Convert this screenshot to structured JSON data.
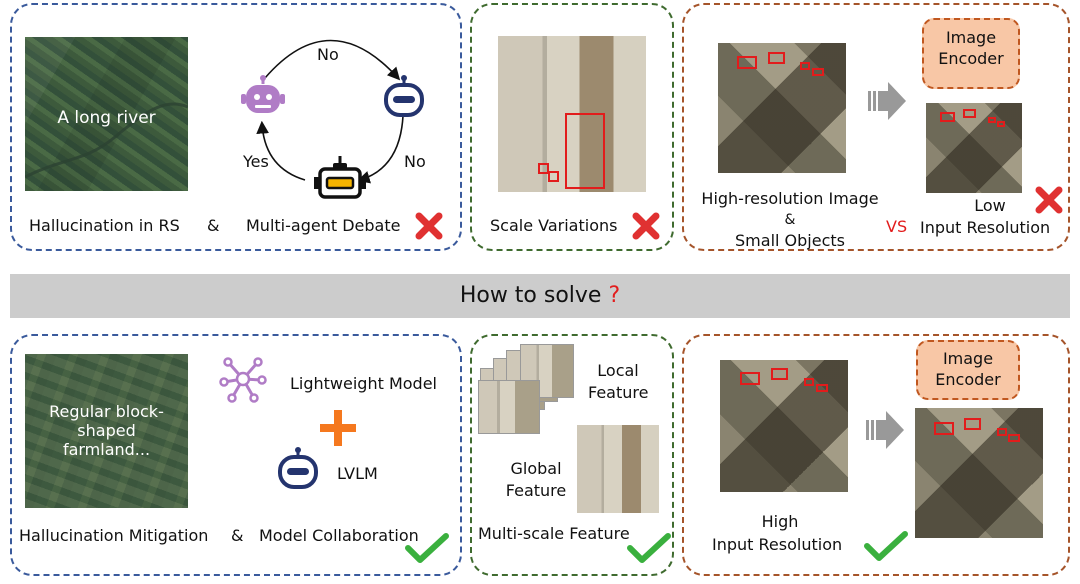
{
  "top": {
    "panel1": {
      "image_caption": "A long river",
      "edge_no": "No",
      "edge_yes": "Yes",
      "edge_no2": "No",
      "label_left": "Hallucination in RS",
      "amp": "&",
      "label_right": "Multi-agent Debate"
    },
    "panel2": {
      "label": "Scale Variations"
    },
    "panel3": {
      "encoder": "Image Encoder",
      "hr_line1": "High-resolution Image",
      "hr_amp": "&",
      "hr_line2": "Small Objects",
      "vs": "VS",
      "low_line1": "Low",
      "low_line2": "Input Resolution"
    }
  },
  "banner": {
    "text": "How to solve",
    "mark": "?"
  },
  "bottom": {
    "panel1": {
      "image_caption": "Regular block-shaped farmland...",
      "lightweight": "Lightweight Model",
      "lvlm": "LVLM",
      "label_left": "Hallucination Mitigation",
      "amp": "&",
      "label_right": "Model Collaboration"
    },
    "panel2": {
      "local": "Local Feature",
      "global": "Global Feature",
      "label": "Multi-scale Feature"
    },
    "panel3": {
      "encoder": "Image Encoder",
      "high_line1": "High",
      "high_line2": "Input Resolution"
    }
  },
  "colors": {
    "blue": "#3a5a9c",
    "green": "#3f6b2f",
    "brown": "#a5542a",
    "cross": "#e03131",
    "check": "#3ab03e",
    "accent_red": "#e21c1c",
    "purple": "#b07cc6",
    "orange": "#f5781e",
    "banner": "#cccccc"
  },
  "icons": [
    "robot-purple-icon",
    "robot-blue-icon",
    "robot-orange-icon",
    "cross-icon",
    "check-icon",
    "arrow-right-icon",
    "neural-network-icon",
    "plus-icon"
  ]
}
